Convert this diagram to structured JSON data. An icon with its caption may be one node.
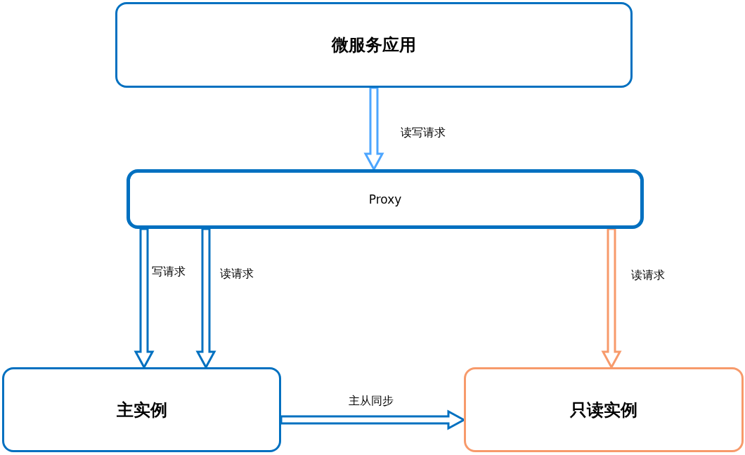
{
  "diagram": {
    "nodes": [
      {
        "text": [
          "微服务应用"
        ]
      },
      {
        "text": [
          "Proxy"
        ]
      },
      {
        "text": [
          "主实例"
        ]
      },
      {
        "text": [
          "只读实例"
        ]
      }
    ],
    "edges": [
      {
        "from": 0,
        "to": 1,
        "arrow": "to",
        "label": "读写请求",
        "color": "#4da6ff"
      },
      {
        "from": 1,
        "to": 2,
        "arrow": "to",
        "label": "写请求"
      },
      {
        "from": 1,
        "to": 2,
        "arrow": "to",
        "label": "读请求"
      },
      {
        "from": 1,
        "to": 3,
        "arrow": "to",
        "label": "读请求",
        "color": "#f79a6b"
      },
      {
        "from": 2,
        "to": 3,
        "arrow": "to",
        "label": "主从同步"
      }
    ]
  }
}
